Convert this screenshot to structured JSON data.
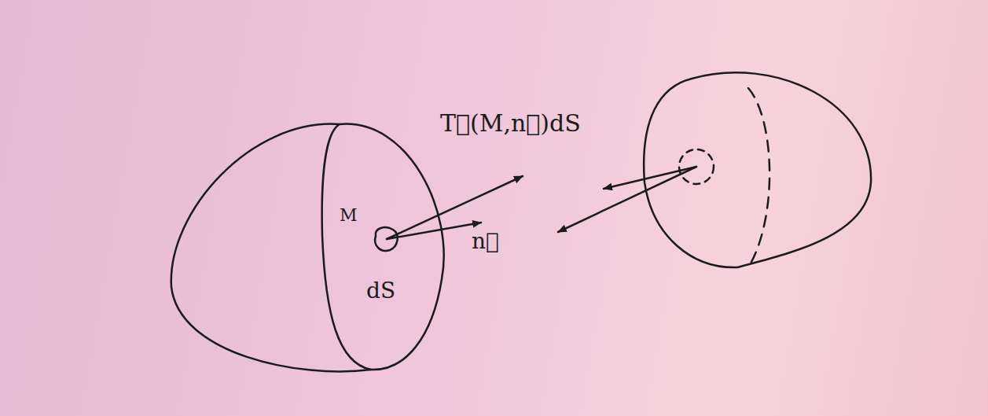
{
  "diagram": {
    "labels": [
      "T⃗(M,n⃗)dS",
      "M",
      "dS",
      "n⃗"
    ]
  }
}
